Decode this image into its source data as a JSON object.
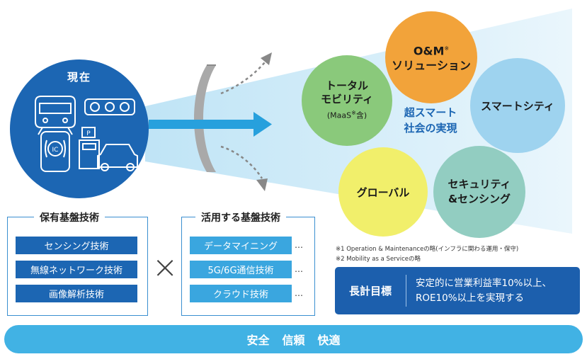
{
  "present": {
    "title": "現在",
    "ic_label": "IC",
    "p_label": "P"
  },
  "bubbles": {
    "om": {
      "line1": "O&M",
      "mark": "※",
      "line2": "ソリューション"
    },
    "total_mobility": {
      "line1": "トータル",
      "line2": "モビリティ",
      "note": "(MaaS",
      "note_mark": "※",
      "note_end": "含)"
    },
    "smart_city": {
      "label": "スマートシティ"
    },
    "global": {
      "label": "グローバル"
    },
    "security": {
      "line1": "セキュリティ",
      "line2": "&センシング"
    }
  },
  "center_label": {
    "line1": "超スマート",
    "line2": "社会の実現"
  },
  "own_tech": {
    "title": "保有基盤技術",
    "items": [
      "センシング技術",
      "無線ネットワーク技術",
      "画像解析技術"
    ]
  },
  "cross_symbol": "×",
  "use_tech": {
    "title": "活用する基盤技術",
    "items": [
      "データマイニング",
      "5G/6G通信技術",
      "クラウド技術"
    ],
    "ellipsis": "…"
  },
  "notes": [
    "※1 Operation & Maintenanceの略(インフラに関わる運用・保守)",
    "※2 Mobility as a Serviceの略"
  ],
  "goal": {
    "label": "長計目標",
    "line1": "安定的に営業利益率10%以上、",
    "line2": "ROE10%以上を実現する"
  },
  "footer": {
    "words": [
      "安全",
      "信頼",
      "快適"
    ]
  },
  "colors": {
    "navy": "#1c66b3",
    "light_blue": "#41b2e4",
    "om": "#f2a33a",
    "total_mobility": "#8ac97b",
    "smart_city": "#9ed3ef",
    "global": "#f1ef6b",
    "security": "#92cdc1"
  }
}
